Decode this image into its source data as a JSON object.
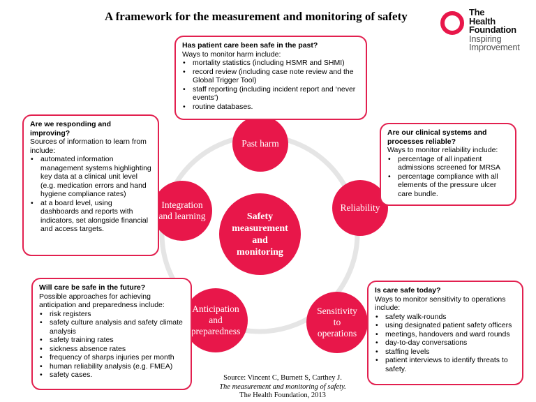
{
  "title": "A framework for the measurement and monitoring of safety",
  "logo": {
    "lines": [
      "The",
      "Health",
      "Foundation",
      "Inspiring",
      "Improvement"
    ],
    "color": "#e8174a"
  },
  "accent_color": "#e2204f",
  "ring_color": "#e5e5e5",
  "nodes": {
    "center": [
      "Safety",
      "measurement",
      "and",
      "monitoring"
    ],
    "past_harm": [
      "Past harm"
    ],
    "reliability": [
      "Reliability"
    ],
    "sensitivity": [
      "Sensitivity",
      "to",
      "operations"
    ],
    "anticipation": [
      "Anticipation",
      "and",
      "preparedness"
    ],
    "integration": [
      "Integration",
      "and learning"
    ]
  },
  "boxes": {
    "past": {
      "heading": "Has patient care been safe in the past?",
      "intro": "Ways to monitor harm include:",
      "items": [
        "mortality statistics (including HSMR and SHMI)",
        "record review (including case note review and the Global Trigger Tool)",
        "staff reporting (including incident report and ‘never events’)",
        "routine databases."
      ]
    },
    "responding": {
      "heading": "Are we responding and improving?",
      "intro": "Sources of information to learn from include:",
      "items": [
        "automated information management systems highlighting key data at a clinical unit level (e.g. medication errors and hand hygiene compliance rates)",
        "at a board level, using dashboards and reports with indicators, set alongside financial and access targets."
      ]
    },
    "reliable": {
      "heading": "Are our clinical systems and processes reliable?",
      "intro": "Ways to monitor reliability include:",
      "items": [
        "percentage of all inpatient admissions screened for MRSA",
        "percentage compliance with all elements of the pressure ulcer care bundle."
      ]
    },
    "future": {
      "heading": "Will care be safe in the future?",
      "intro": "Possible approaches for achieving anticipation and preparedness include:",
      "items": [
        "risk registers",
        "safety culture analysis and safety climate analysis",
        "safety training rates",
        "sickness absence rates",
        "frequency of sharps injuries per month",
        "human reliability analysis (e.g. FMEA)",
        "safety cases."
      ]
    },
    "today": {
      "heading": "Is care safe today?",
      "intro": "Ways to monitor sensitivity to operations include:",
      "items": [
        "safety walk-rounds",
        "using designated patient safety officers",
        "meetings, handovers and ward rounds",
        "day-to-day conversations",
        "staffing levels",
        "patient interviews to identify threats to safety."
      ]
    }
  },
  "source": [
    "Source: Vincent C, Burnett S, Carthey J.",
    "The measurement and monitoring of safety.",
    "The Health Foundation, 2013"
  ]
}
